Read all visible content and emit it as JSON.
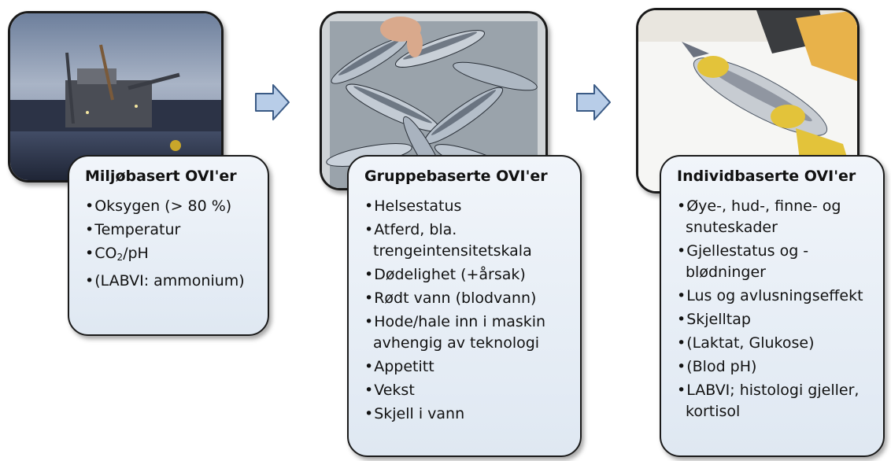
{
  "panels": [
    {
      "title": "Miljøbasert OVI'er",
      "items": [
        "Oksygen (> 80 %)",
        "Temperatur",
        "CO",
        "/pH",
        "(LABVI: ammonium)"
      ],
      "image": "boat-at-fish-farm-photo"
    },
    {
      "title": "Gruppebaserte OVI'er",
      "items": [
        "Helsestatus",
        "Atferd, bla. trengeintensitetskala",
        "Dødelighet (+årsak)",
        "Rødt vann (blodvann)",
        "Hode/hale inn i maskin avhengig av teknologi",
        "Appetitt",
        "Vekst",
        "Skjell i vann"
      ],
      "image": "salmon-in-crate-photo"
    },
    {
      "title": "Individbaserte OVI'er",
      "items": [
        "Øye-, hud-, finne- og snuteskader",
        "Gjellestatus og - blødninger",
        "Lus og avlusningseffekt",
        "Skjelltap",
        "(Laktat, Glukose)",
        "(Blod pH)",
        "LABVI; histologi gjeller, kortisol"
      ],
      "image": "salmon-held-by-hands-photo"
    }
  ],
  "co2_subscript": "2",
  "arrow_color": "#b8cde8",
  "arrow_stroke": "#3a5a85"
}
